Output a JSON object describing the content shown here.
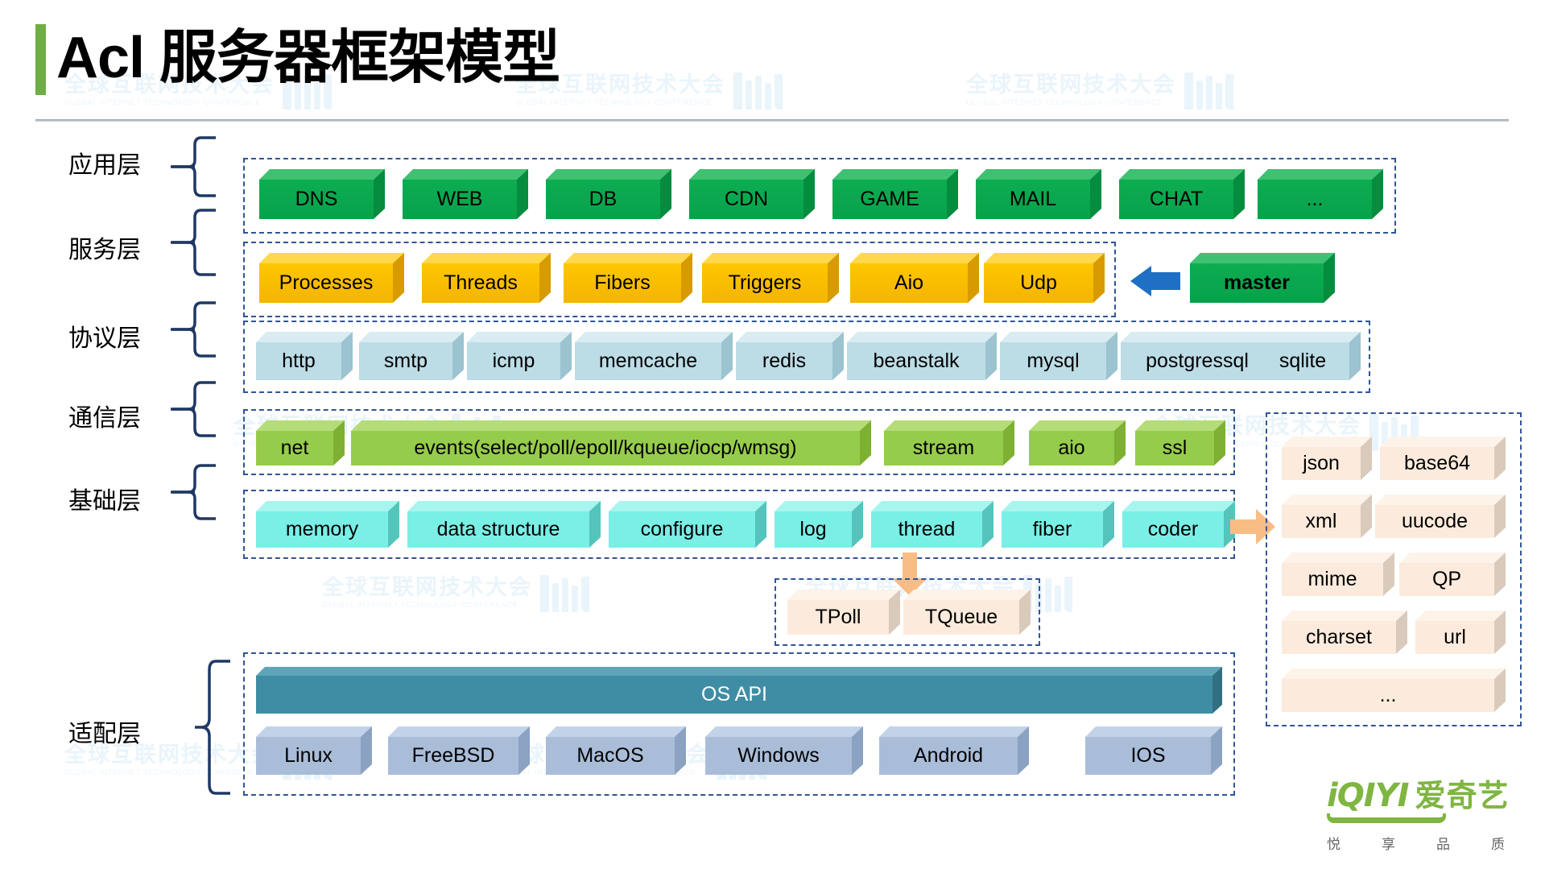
{
  "header": {
    "title": "Acl 服务器框架模型",
    "accent_color": "#70ad47"
  },
  "watermark": {
    "cn": "全球互联网技术大会",
    "en": "GLOBAL INTERNET TECHNOLOGY CONFERENCE"
  },
  "layers": [
    {
      "id": "application",
      "label": "应用层",
      "color": "#0ead52",
      "items": [
        "DNS",
        "WEB",
        "DB",
        "CDN",
        "GAME",
        "MAIL",
        "CHAT",
        "..."
      ]
    },
    {
      "id": "service",
      "label": "服务层",
      "color": "#fdc700",
      "items": [
        "Processes",
        "Threads",
        "Fibers",
        "Triggers",
        "Aio",
        "Udp"
      ],
      "master": "master"
    },
    {
      "id": "protocol",
      "label": "协议层",
      "color": "#bcdce6",
      "items": [
        "http",
        "smtp",
        "icmp",
        "memcache",
        "redis",
        "beanstalk",
        "mysql",
        "postgressql",
        "sqlite"
      ]
    },
    {
      "id": "communication",
      "label": "通信层",
      "color": "#96cc4b",
      "items": [
        "net",
        "events(select/poll/epoll/kqueue/iocp/wmsg)",
        "stream",
        "aio",
        "ssl"
      ]
    },
    {
      "id": "base",
      "label": "基础层",
      "color": "#79efe6",
      "items": [
        "memory",
        "data structure",
        "configure",
        "log",
        "thread",
        "fiber",
        "coder"
      ]
    },
    {
      "id": "adaptation",
      "label": "适配层",
      "color": "#a9bdd9",
      "os_api": "OS API",
      "items": [
        "Linux",
        "FreeBSD",
        "MacOS",
        "Windows",
        "Android",
        "IOS"
      ]
    }
  ],
  "thread_detail": {
    "items": [
      "TPoll",
      "TQueue"
    ]
  },
  "coder_panel": {
    "rows": [
      [
        "json",
        "base64"
      ],
      [
        "xml",
        "uucode"
      ],
      [
        "mime",
        "QP"
      ],
      [
        "charset",
        "url"
      ],
      [
        "..."
      ]
    ]
  },
  "logo": {
    "en": "iQIYI",
    "cn": "爱奇艺",
    "tagline": [
      "悦",
      "享",
      "品",
      "质"
    ],
    "color": "#7fb541"
  }
}
